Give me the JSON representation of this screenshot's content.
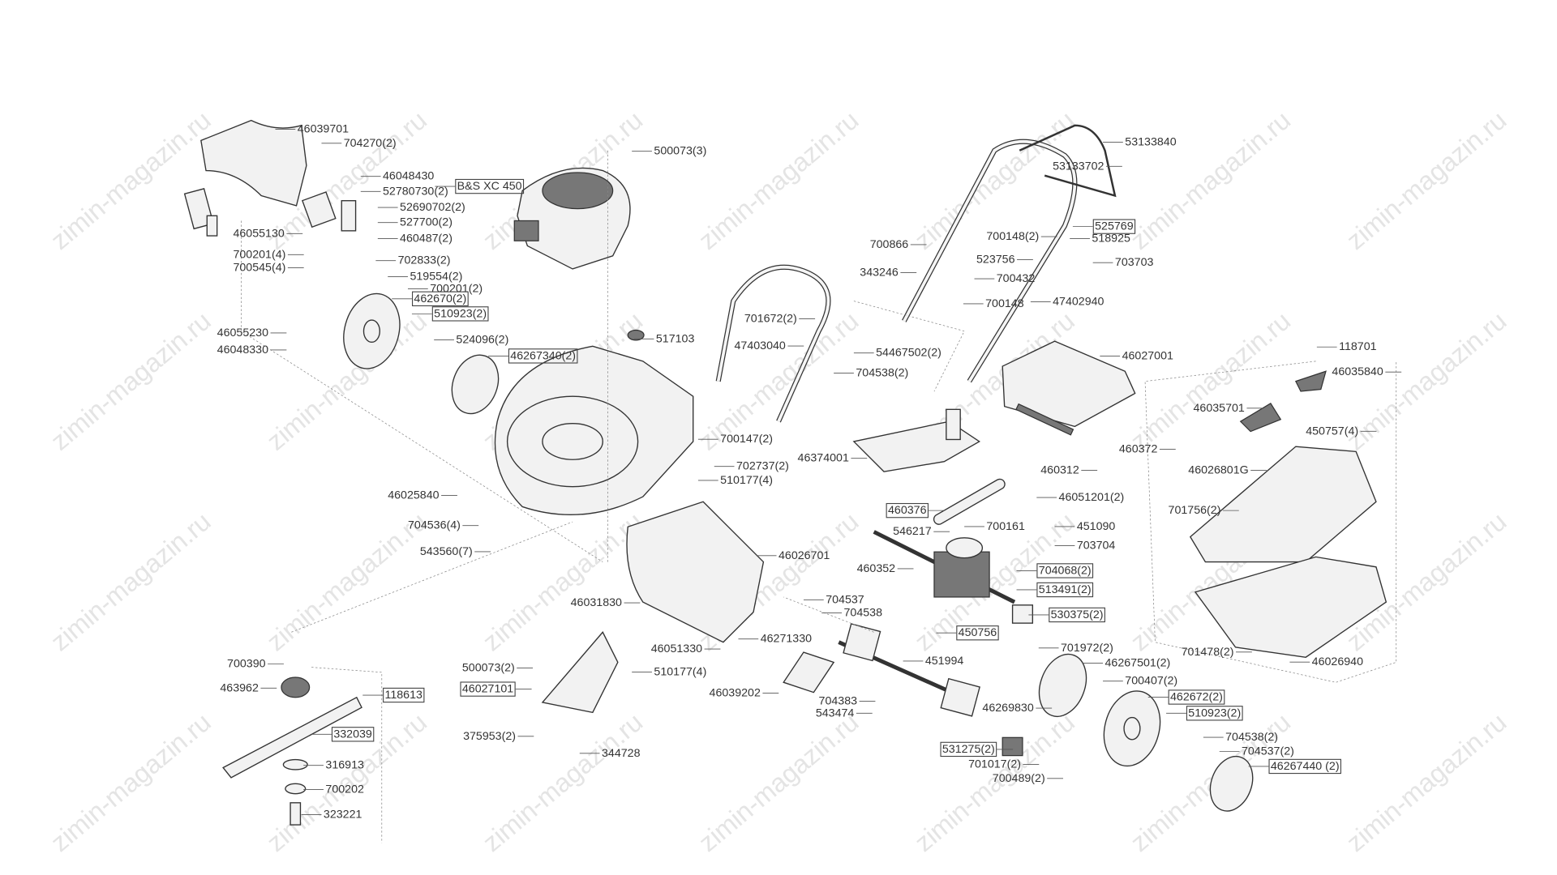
{
  "watermark": "zimin-magazin.ru",
  "engine_label": "B&S XC 450",
  "labels": [
    {
      "text": "46039701",
      "boxed": false
    },
    {
      "text": "704270(2)",
      "boxed": false
    },
    {
      "text": "46048430",
      "boxed": false
    },
    {
      "text": "52780730(2)",
      "boxed": false
    },
    {
      "text": "52690702(2)",
      "boxed": false
    },
    {
      "text": "527700(2)",
      "boxed": false
    },
    {
      "text": "460487(2)",
      "boxed": false
    },
    {
      "text": "702833(2)",
      "boxed": false
    },
    {
      "text": "46055130",
      "boxed": false
    },
    {
      "text": "700201(4)",
      "boxed": false
    },
    {
      "text": "700545(4)",
      "boxed": false
    },
    {
      "text": "519554(2)",
      "boxed": false
    },
    {
      "text": "700201(2)",
      "boxed": false
    },
    {
      "text": "462670(2)",
      "boxed": true
    },
    {
      "text": "510923(2)",
      "boxed": true
    },
    {
      "text": "524096(2)",
      "boxed": false
    },
    {
      "text": "46267340(2)",
      "boxed": true
    },
    {
      "text": "46055230",
      "boxed": false
    },
    {
      "text": "46048330",
      "boxed": false
    },
    {
      "text": "500073(3)",
      "boxed": false
    },
    {
      "text": "517103",
      "boxed": false
    },
    {
      "text": "700147(2)",
      "boxed": false
    },
    {
      "text": "702737(2)",
      "boxed": false
    },
    {
      "text": "510177(4)",
      "boxed": false
    },
    {
      "text": "46025840",
      "boxed": false
    },
    {
      "text": "704536(4)",
      "boxed": false
    },
    {
      "text": "543560(7)",
      "boxed": false
    },
    {
      "text": "46026701",
      "boxed": false
    },
    {
      "text": "46031830",
      "boxed": false
    },
    {
      "text": "46051330",
      "boxed": false
    },
    {
      "text": "46271330",
      "boxed": false
    },
    {
      "text": "510177(4)",
      "boxed": false
    },
    {
      "text": "46039202",
      "boxed": false
    },
    {
      "text": "500073(2)",
      "boxed": false
    },
    {
      "text": "46027101",
      "boxed": true
    },
    {
      "text": "375953(2)",
      "boxed": false
    },
    {
      "text": "344728",
      "boxed": false
    },
    {
      "text": "700390",
      "boxed": false
    },
    {
      "text": "463962",
      "boxed": false
    },
    {
      "text": "118613",
      "boxed": true
    },
    {
      "text": "332039",
      "boxed": true
    },
    {
      "text": "316913",
      "boxed": false
    },
    {
      "text": "700202",
      "boxed": false
    },
    {
      "text": "323221",
      "boxed": false
    },
    {
      "text": "704537",
      "boxed": false
    },
    {
      "text": "704538",
      "boxed": false
    },
    {
      "text": "704383",
      "boxed": false
    },
    {
      "text": "543474",
      "boxed": false
    },
    {
      "text": "701672(2)",
      "boxed": false
    },
    {
      "text": "47403040",
      "boxed": false
    },
    {
      "text": "343246",
      "boxed": false
    },
    {
      "text": "54467502(2)",
      "boxed": false
    },
    {
      "text": "704538(2)",
      "boxed": false
    },
    {
      "text": "700866",
      "boxed": false
    },
    {
      "text": "46374001",
      "boxed": false
    },
    {
      "text": "53133840",
      "boxed": false
    },
    {
      "text": "53133702",
      "boxed": false
    },
    {
      "text": "700148(2)",
      "boxed": false
    },
    {
      "text": "525769",
      "boxed": true
    },
    {
      "text": "518925",
      "boxed": false
    },
    {
      "text": "523756",
      "boxed": false
    },
    {
      "text": "703703",
      "boxed": false
    },
    {
      "text": "700432",
      "boxed": false
    },
    {
      "text": "700148",
      "boxed": false
    },
    {
      "text": "47402940",
      "boxed": false
    },
    {
      "text": "46027001",
      "boxed": false
    },
    {
      "text": "460372",
      "boxed": false
    },
    {
      "text": "460312",
      "boxed": false
    },
    {
      "text": "46051201(2)",
      "boxed": false
    },
    {
      "text": "460376",
      "boxed": true
    },
    {
      "text": "546217",
      "boxed": false
    },
    {
      "text": "700161",
      "boxed": false
    },
    {
      "text": "451090",
      "boxed": false
    },
    {
      "text": "703704",
      "boxed": false
    },
    {
      "text": "460352",
      "boxed": false
    },
    {
      "text": "704068(2)",
      "boxed": true
    },
    {
      "text": "513491(2)",
      "boxed": true
    },
    {
      "text": "530375(2)",
      "boxed": true
    },
    {
      "text": "450756",
      "boxed": true
    },
    {
      "text": "451994",
      "boxed": false
    },
    {
      "text": "701972(2)",
      "boxed": false
    },
    {
      "text": "46267501(2)",
      "boxed": false
    },
    {
      "text": "700407(2)",
      "boxed": false
    },
    {
      "text": "46269830",
      "boxed": false
    },
    {
      "text": "462672(2)",
      "boxed": true
    },
    {
      "text": "510923(2)",
      "boxed": true
    },
    {
      "text": "531275(2)",
      "boxed": true
    },
    {
      "text": "701017(2)",
      "boxed": false
    },
    {
      "text": "700489(2)",
      "boxed": false
    },
    {
      "text": "704538(2)",
      "boxed": false
    },
    {
      "text": "704537(2)",
      "boxed": false
    },
    {
      "text": "46267440 (2)",
      "boxed": true
    },
    {
      "text": "118701",
      "boxed": false
    },
    {
      "text": "46035840",
      "boxed": false
    },
    {
      "text": "46035701",
      "boxed": false
    },
    {
      "text": "450757(4)",
      "boxed": false
    },
    {
      "text": "46026801G",
      "boxed": false
    },
    {
      "text": "701756(2)",
      "boxed": false
    },
    {
      "text": "701478(2)",
      "boxed": false
    },
    {
      "text": "46026940",
      "boxed": false
    }
  ]
}
